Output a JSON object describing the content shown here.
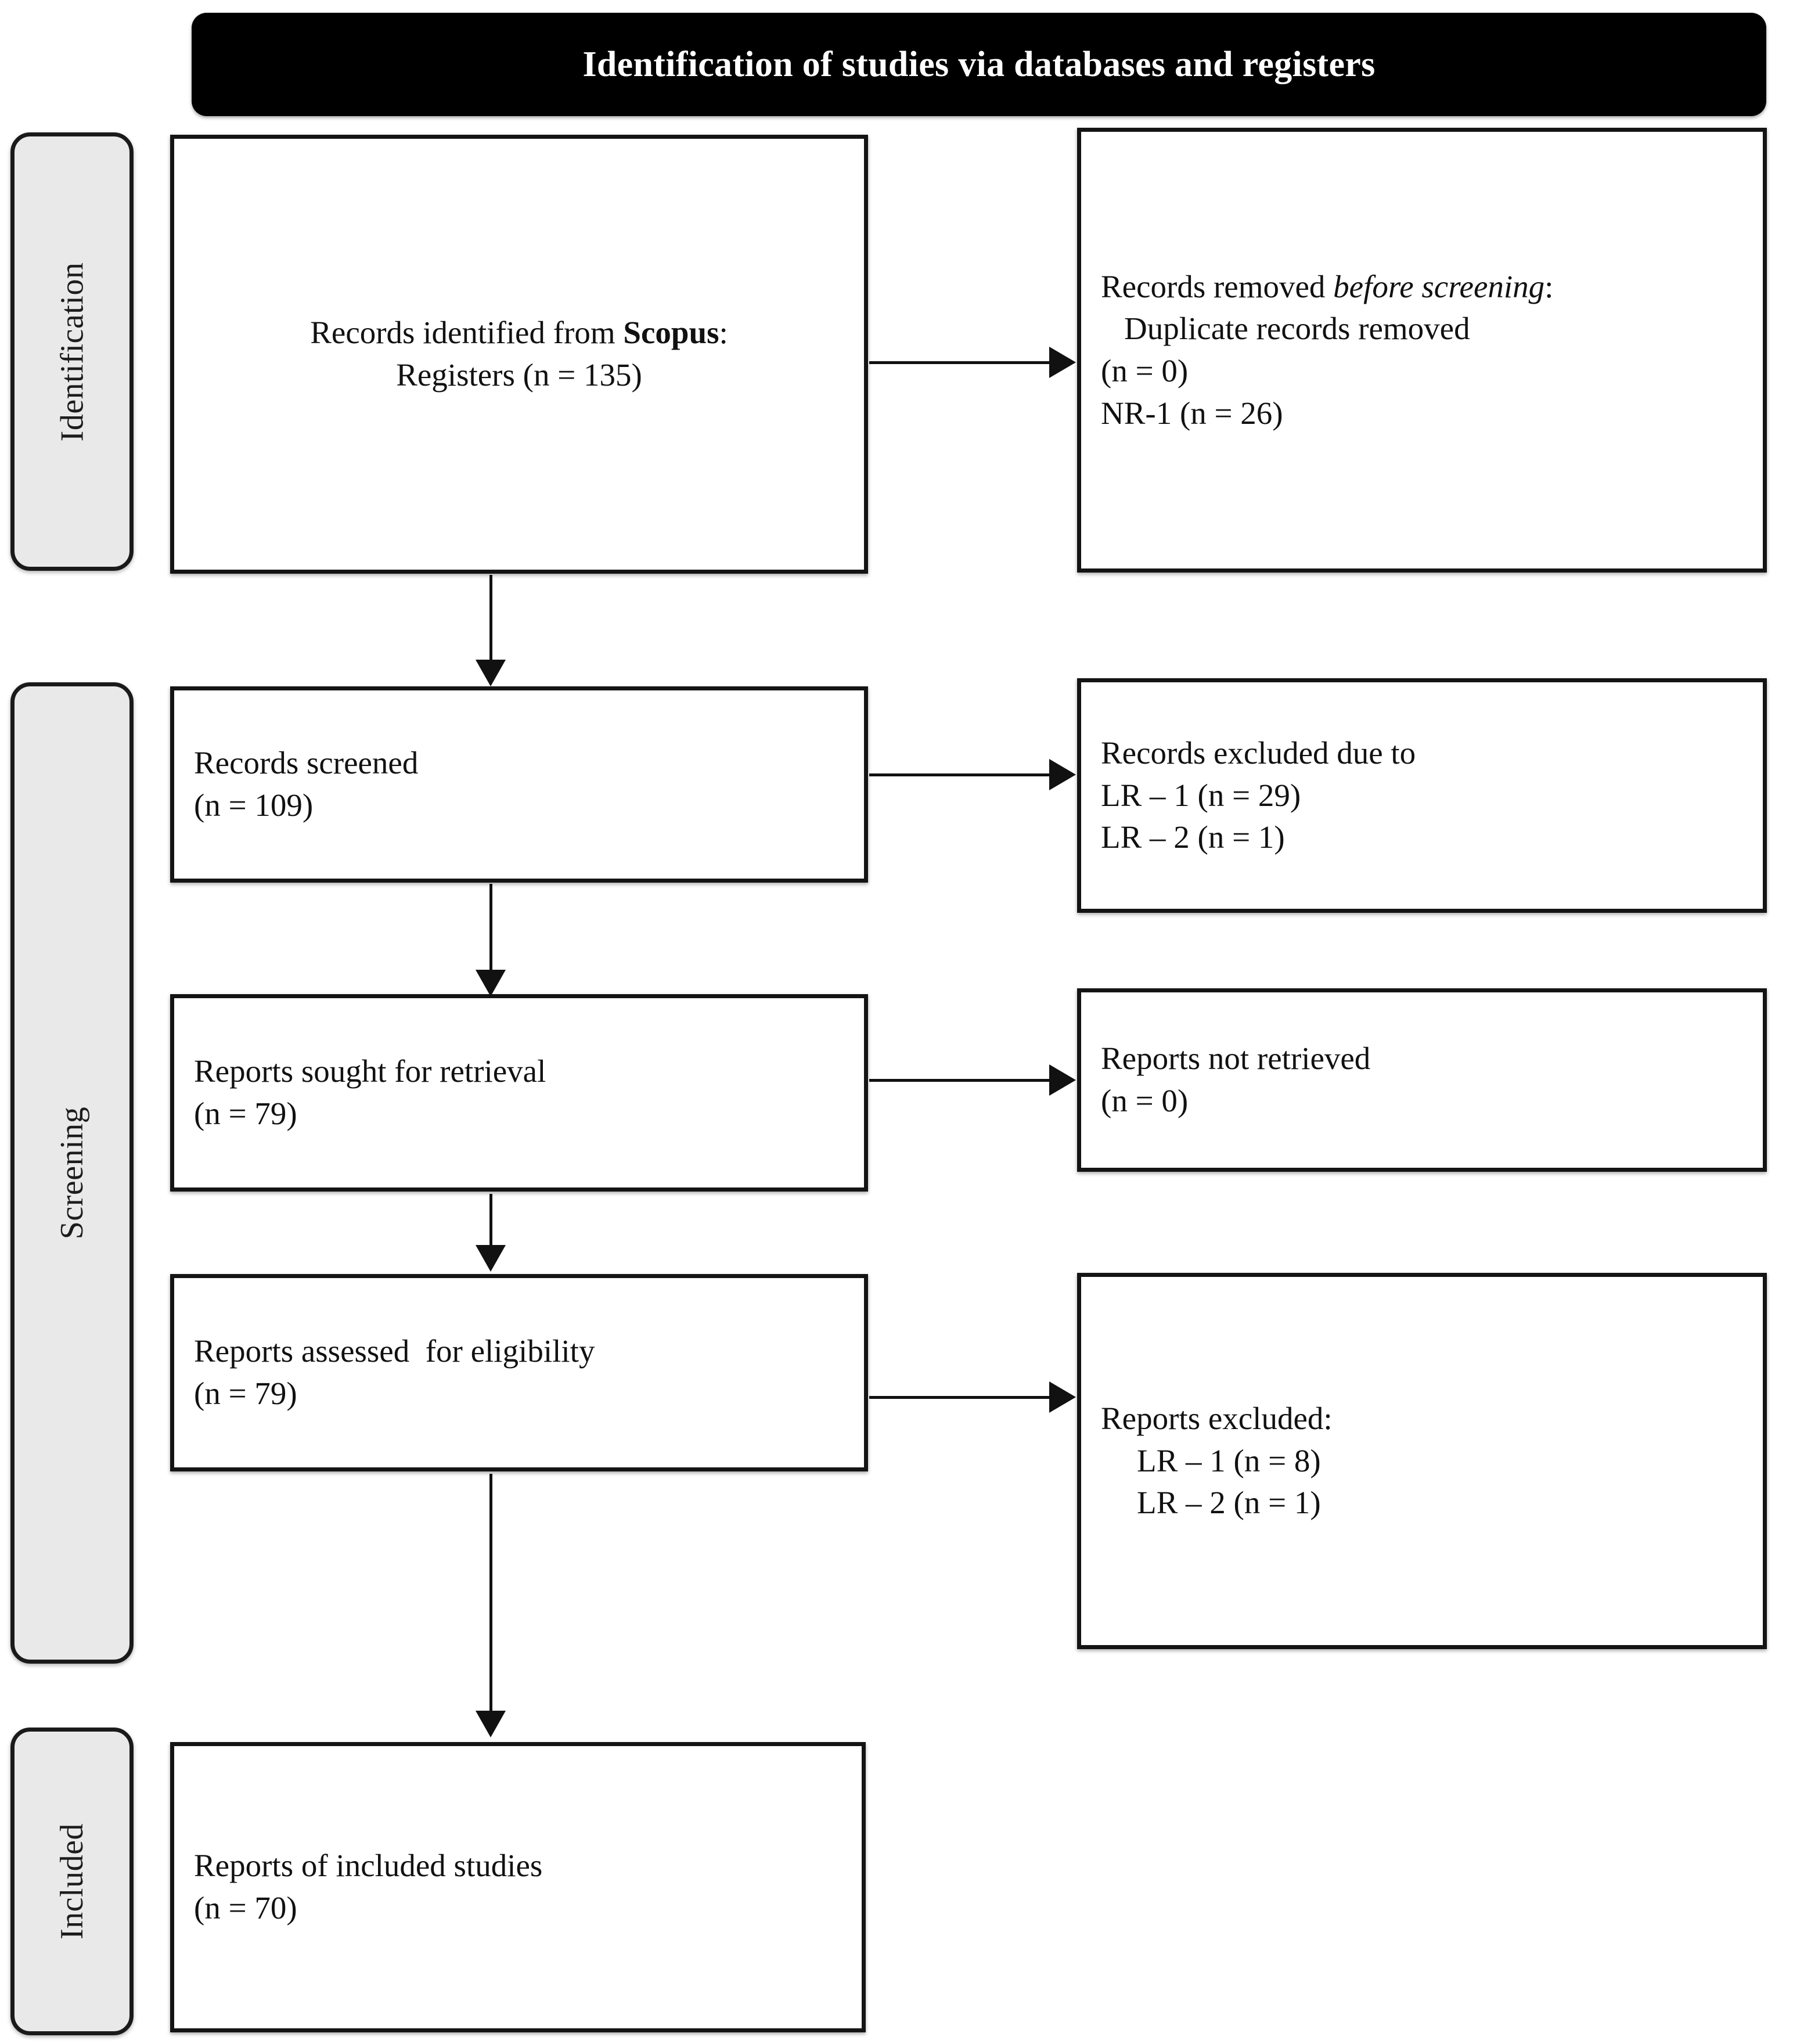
{
  "header": {
    "title": "Identification of studies via databases and registers"
  },
  "stages": [
    {
      "id": "identification",
      "label": "Identification"
    },
    {
      "id": "screening",
      "label": "Screening"
    },
    {
      "id": "included",
      "label": "Included"
    }
  ],
  "boxes": {
    "identified": {
      "line1_pre": "Records identified from ",
      "line1_bold": "Scopus",
      "line1_post": ":",
      "line2": "Registers (n = 135)"
    },
    "removed": {
      "line1_pre": "Records removed ",
      "line1_italic": "before screening",
      "line1_post": ":",
      "line2": "Duplicate records removed",
      "line3": "(n = 0)",
      "line4": "NR-1 (n = 26)"
    },
    "screened": {
      "line1": "Records screened",
      "line2": "(n = 109)"
    },
    "excluded": {
      "line1": "Records excluded due to",
      "line2": "LR – 1 (n = 29)",
      "line3": "LR – 2 (n = 1)"
    },
    "sought": {
      "line1": "Reports sought for retrieval",
      "line2": "(n = 79)"
    },
    "not_retrieved": {
      "line1": "Reports not retrieved",
      "line2": "(n = 0)"
    },
    "eligibility": {
      "line1": "Reports assessed  for eligibility",
      "line2": "(n = 79)"
    },
    "reports_excluded": {
      "line1": "Reports excluded:",
      "line2": "LR – 1 (n = 8)",
      "line3": "LR – 2 (n = 1)"
    },
    "included": {
      "line1": "Reports of included studies",
      "line2": "(n = 70)"
    }
  },
  "colors": {
    "header_bg": "#000000",
    "header_text": "#ffffff",
    "stage_bg": "#e9e9e9",
    "box_border": "#141414",
    "box_bg": "#ffffff",
    "connector": "#111111"
  }
}
